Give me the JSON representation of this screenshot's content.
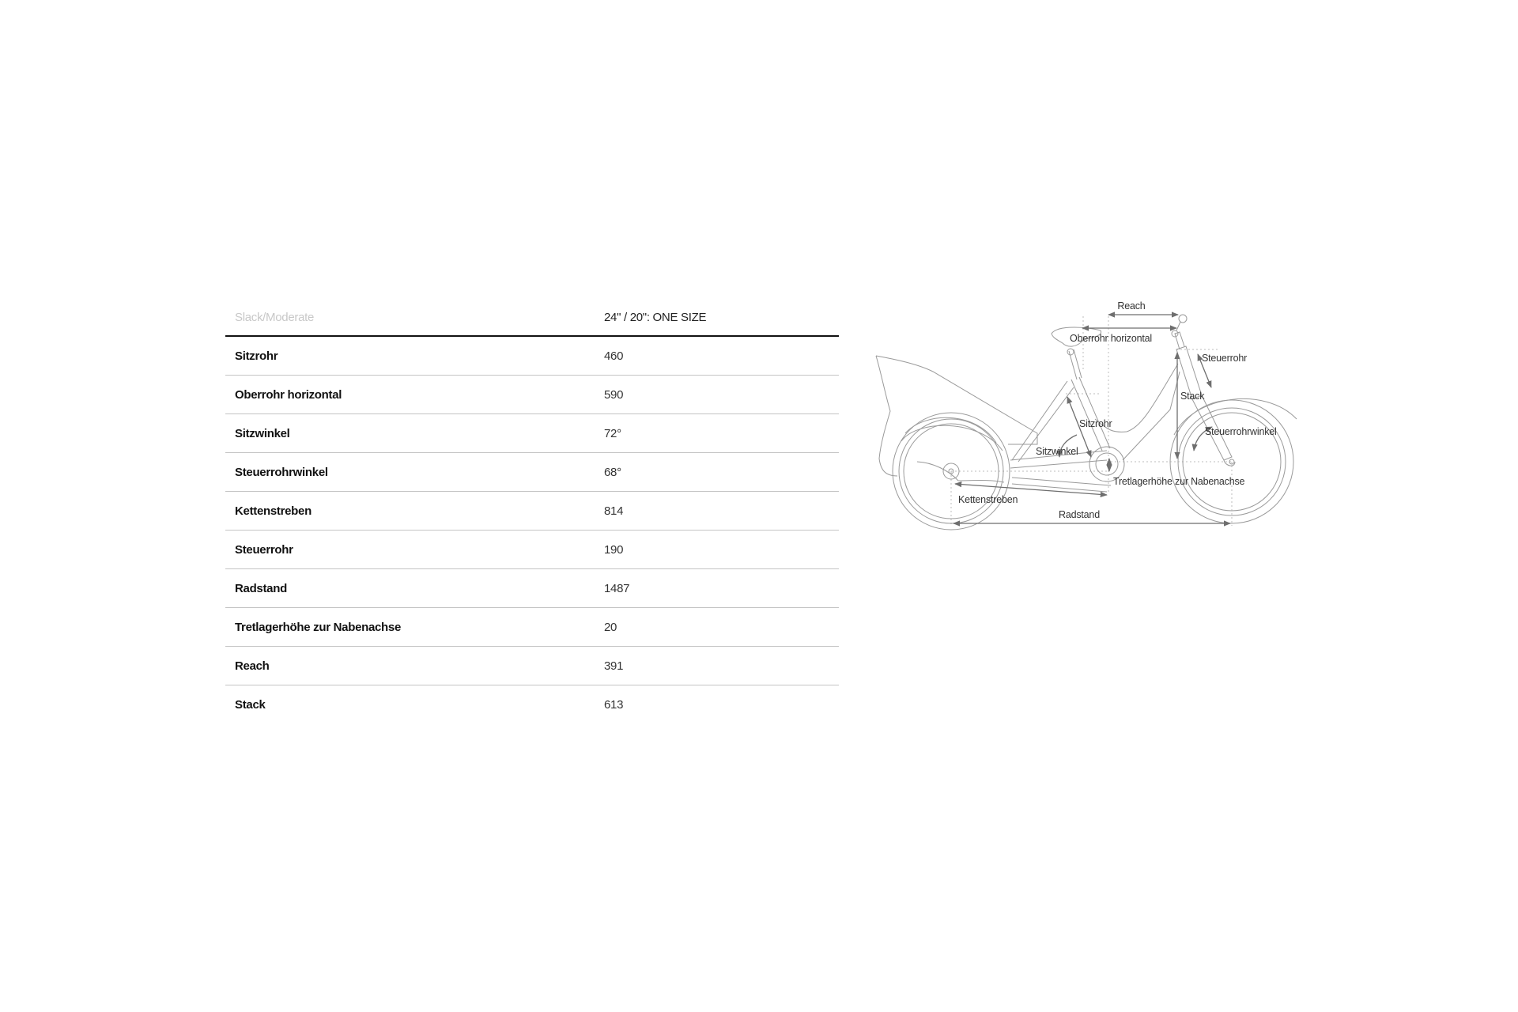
{
  "table": {
    "header": {
      "label": "Slack/Moderate",
      "value": "24\" / 20\": ONE SIZE"
    },
    "rows": [
      {
        "label": "Sitzrohr",
        "value": "460"
      },
      {
        "label": "Oberrohr horizontal",
        "value": "590"
      },
      {
        "label": "Sitzwinkel",
        "value": "72°"
      },
      {
        "label": "Steuerrohrwinkel",
        "value": "68°"
      },
      {
        "label": "Kettenstreben",
        "value": "814"
      },
      {
        "label": "Steuerrohr",
        "value": "190"
      },
      {
        "label": "Radstand",
        "value": "1487"
      },
      {
        "label": "Tretlagerhöhe zur Nabenachse",
        "value": "20"
      },
      {
        "label": "Reach",
        "value": "391"
      },
      {
        "label": "Stack",
        "value": "613"
      }
    ]
  },
  "diagram": {
    "labels": {
      "reach": "Reach",
      "oberrohr": "Oberrohr horizontal",
      "steuerrohr": "Steuerrohr",
      "stack": "Stack",
      "sitzrohr": "Sitzrohr",
      "steuerrohrwinkel": "Steuerrohrwinkel",
      "sitzwinkel": "Sitzwinkel",
      "tretlager": "Tretlagerhöhe zur Nabenachse",
      "kettenstreben": "Kettenstreben",
      "radstand": "Radstand"
    },
    "colors": {
      "outline": "#9a9a9a",
      "arrow": "#6e6e6e",
      "guide": "#bdbdbd",
      "text": "#333333"
    }
  }
}
